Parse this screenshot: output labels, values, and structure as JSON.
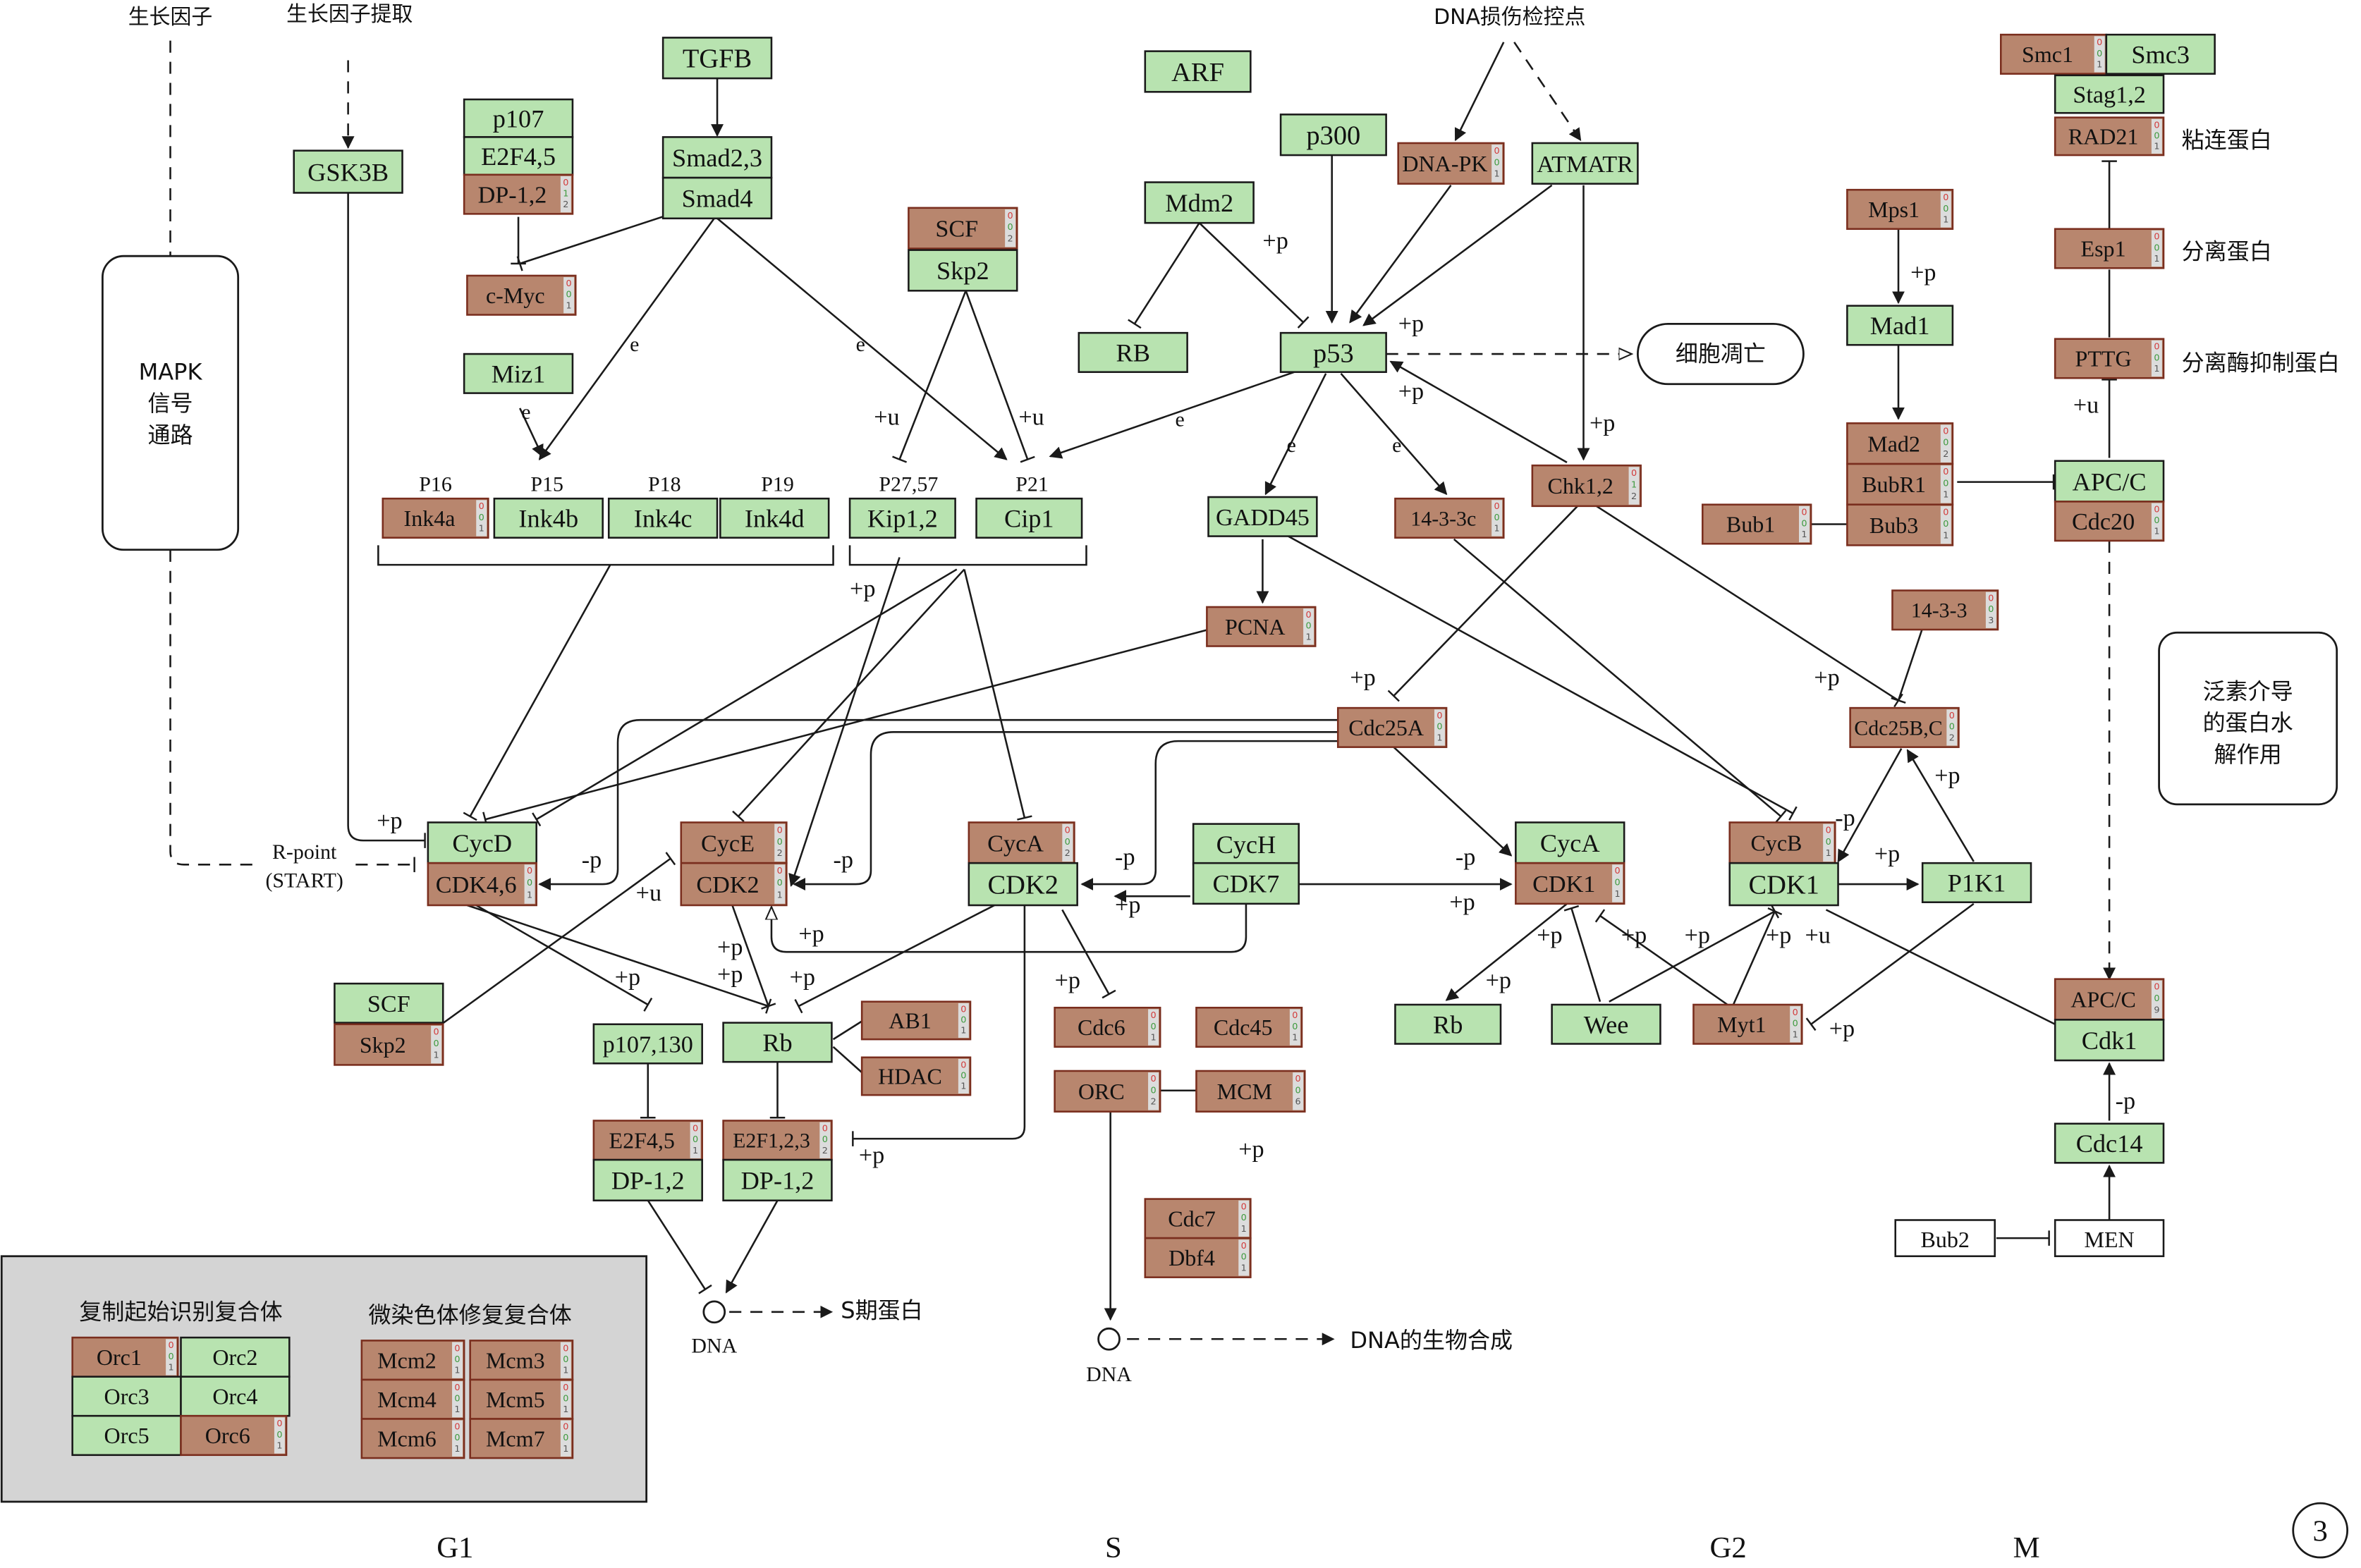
{
  "colors": {
    "green": "#b8e3b0",
    "brown": "#b8866e",
    "stroke": "#1a1a1a",
    "legend_bg": "#d4d4d4"
  },
  "labels": {
    "gf": "生长因子",
    "gf_ext": "生长因子提取",
    "dna_dmg": "DNA损伤检控点",
    "mapk": [
      "MAPK",
      "信号",
      "通路"
    ],
    "apoptosis": "细胞凋亡",
    "cohesin": "粘连蛋白",
    "separin": "分离蛋白",
    "securin": "分离酶抑制蛋白",
    "ubq": [
      "泛素介导",
      "的蛋白水",
      "解作用"
    ],
    "rpoint": [
      "R-point",
      "(START)"
    ],
    "dna1": "DNA",
    "dna2": "DNA",
    "sphase": "S期蛋白",
    "dna_syn": "DNA的生物合成",
    "phases": [
      "G1",
      "S",
      "G2",
      "M"
    ],
    "panel_num": "3",
    "orc_title": "复制起始识别复合体",
    "mcm_title": "微染色体修复复合体",
    "p16": "P16",
    "p15": "P15",
    "p18": "P18",
    "p19": "P19",
    "p2757": "P27,57",
    "p21": "P21"
  },
  "edge_labels": {
    "e": "e",
    "plus_p": "+p",
    "minus_p": "-p",
    "plus_u": "+u"
  },
  "genes": {
    "tgfb": "TGFB",
    "smad23": "Smad2,3",
    "smad4": "Smad4",
    "p107": "p107",
    "e2f45a": "E2F4,5",
    "dp12a": "DP-1,2",
    "cmyc": "c-Myc",
    "miz1": "Miz1",
    "gsk3b": "GSK3B",
    "ink4a": "Ink4a",
    "ink4b": "Ink4b",
    "ink4c": "Ink4c",
    "ink4d": "Ink4d",
    "kip12": "Kip1,2",
    "cip1": "Cip1",
    "scf1": "SCF",
    "skp2a": "Skp2",
    "arf": "ARF",
    "mdm2": "Mdm2",
    "rb1": "RB",
    "p300": "p300",
    "p53": "p53",
    "dnapk": "DNA-PK",
    "atmatr": "ATMATR",
    "gadd45": "GADD45",
    "pcna": "PCNA",
    "c1433c": "14-3-3c",
    "chk12": "Chk1,2",
    "cdc25a": "Cdc25A",
    "cycd": "CycD",
    "cdk46": "CDK4,6",
    "cyce": "CycE",
    "cdk2a": "CDK2",
    "cyca1": "CycA",
    "cdk2b": "CDK2",
    "cych": "CycH",
    "cdk7": "CDK7",
    "cyca2": "CycA",
    "cdk1a": "CDK1",
    "cycb": "CycB",
    "cdk1b": "CDK1",
    "p1k1": "P1K1",
    "c1433s": "14-3-3",
    "cdc25bc": "Cdc25B,C",
    "mps1": "Mps1",
    "mad1": "Mad1",
    "mad2": "Mad2",
    "bubr1": "BubR1",
    "bub3": "Bub3",
    "bub1": "Bub1",
    "apcc1": "APC/C",
    "cdc20": "Cdc20",
    "smc1": "Smc1",
    "smc3": "Smc3",
    "stag12": "Stag1,2",
    "rad21": "RAD21",
    "esp1": "Esp1",
    "pttg": "PTTG",
    "scf2": "SCF",
    "skp2b": "Skp2",
    "p107130": "p107,130",
    "rb2": "Rb",
    "ab1": "AB1",
    "hdac": "HDAC",
    "e2f45b": "E2F4,5",
    "dp12b": "DP-1,2",
    "e2f123": "E2F1,2,3",
    "dp12c": "DP-1,2",
    "cdc6": "Cdc6",
    "orc": "ORC",
    "cdc45": "Cdc45",
    "mcm": "MCM",
    "cdc7": "Cdc7",
    "dbf4": "Dbf4",
    "rb3": "Rb",
    "wee": "Wee",
    "myt1": "Myt1",
    "apcc2": "APC/C",
    "cdk1c": "Cdk1",
    "cdc14": "Cdc14",
    "bub2": "Bub2",
    "men": "MEN",
    "orc1": "Orc1",
    "orc2": "Orc2",
    "orc3": "Orc3",
    "orc4": "Orc4",
    "orc5": "Orc5",
    "orc6": "Orc6",
    "mcm2": "Mcm2",
    "mcm3": "Mcm3",
    "mcm4": "Mcm4",
    "mcm5": "Mcm5",
    "mcm6": "Mcm6",
    "mcm7": "Mcm7"
  },
  "indicators": {
    "dp12a": [
      "0",
      "1",
      "2"
    ],
    "cmyc": [
      "0",
      "0",
      "1"
    ],
    "ink4a": [
      "0",
      "0",
      "1"
    ],
    "scf1": [
      "0",
      "0",
      "2"
    ],
    "dnapk": [
      "0",
      "0",
      "1"
    ],
    "c1433c": [
      "0",
      "0",
      "1"
    ],
    "chk12": [
      "0",
      "1",
      "2"
    ],
    "pcna": [
      "0",
      "0",
      "1"
    ],
    "cdc25a": [
      "0",
      "0",
      "1"
    ],
    "cdk46": [
      "0",
      "0",
      "1"
    ],
    "cyce": [
      "0",
      "0",
      "2"
    ],
    "cdk2a": [
      "0",
      "0",
      "1"
    ],
    "cyca1": [
      "0",
      "0",
      "2"
    ],
    "cdk1a": [
      "0",
      "0",
      "1"
    ],
    "cycb": [
      "0",
      "0",
      "1"
    ],
    "c1433s": [
      "0",
      "0",
      "3"
    ],
    "cdc25bc": [
      "0",
      "0",
      "2"
    ],
    "mps1": [
      "0",
      "0",
      "1"
    ],
    "mad2": [
      "0",
      "0",
      "2"
    ],
    "bubr1": [
      "0",
      "0",
      "1"
    ],
    "bub3": [
      "0",
      "0",
      "1"
    ],
    "bub1": [
      "0",
      "0",
      "1"
    ],
    "cdc20": [
      "0",
      "0",
      "1"
    ],
    "smc1": [
      "0",
      "0",
      "1"
    ],
    "rad21": [
      "0",
      "0",
      "1"
    ],
    "esp1": [
      "0",
      "0",
      "1"
    ],
    "pttg": [
      "0",
      "0",
      "1"
    ],
    "skp2b": [
      "0",
      "0",
      "1"
    ],
    "ab1": [
      "0",
      "0",
      "1"
    ],
    "hdac": [
      "0",
      "0",
      "1"
    ],
    "e2f45b": [
      "0",
      "0",
      "1"
    ],
    "e2f123": [
      "0",
      "0",
      "2"
    ],
    "cdc6": [
      "0",
      "0",
      "1"
    ],
    "orc": [
      "0",
      "0",
      "2"
    ],
    "cdc45": [
      "0",
      "0",
      "1"
    ],
    "mcm": [
      "0",
      "0",
      "6"
    ],
    "cdc7": [
      "0",
      "0",
      "1"
    ],
    "dbf4": [
      "0",
      "0",
      "1"
    ],
    "myt1": [
      "0",
      "0",
      "1"
    ],
    "apcc2": [
      "0",
      "0",
      "9"
    ],
    "orc1": [
      "0",
      "0",
      "1"
    ],
    "orc6": [
      "0",
      "0",
      "1"
    ],
    "mcm2": [
      "0",
      "0",
      "1"
    ],
    "mcm3": [
      "0",
      "0",
      "1"
    ],
    "mcm4": [
      "0",
      "0",
      "1"
    ],
    "mcm5": [
      "0",
      "0",
      "1"
    ],
    "mcm6": [
      "0",
      "0",
      "1"
    ],
    "mcm7": [
      "0",
      "0",
      "1"
    ]
  }
}
